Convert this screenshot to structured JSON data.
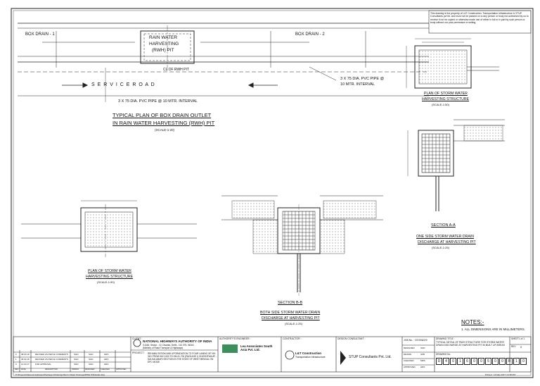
{
  "copyright_note": "This drawing is the property of L&T Construction, Transportation Infrastructure & STUP Consultants pvt ltd. and must not be passed on to any person or body not authorised by us to receive it nor be copied or otherwise made use of either in full or in part by such person or body without our prior permission in writing.",
  "plan_top": {
    "box_drain_1": "BOX DRAIN - 1",
    "box_drain_2": "BOX DRAIN - 2",
    "rwh_pit_line1": "RAIN WATER",
    "rwh_pit_line2": "HARVESTING",
    "rwh_pit_line3": "(RWH) PIT",
    "cl_label": "CL OF RWH PIT",
    "service_road": "S E R V I C E          R O A D",
    "pipe_note_right_1": "3 X 75 DIA. PVC PIPE @",
    "pipe_note_right_2": "10 MTR. INTERVAL",
    "pipe_note_bottom": "3 X 75 DIA. PVC PIPE @ 10 MTR. INTERVAL",
    "title_line1": "TYPICAL PLAN OF BOX DRAIN OUTLET",
    "title_line2": "IN RAIN WATER HARVESTING (RWH) PIT",
    "scale": "(SCALE-1:20)"
  },
  "plan_right": {
    "caption_line1": "PLAN OF STORM WATER",
    "caption_line2": "HARVESTING STRUCTURE",
    "scale": "(SCALE-1:50)"
  },
  "plan_left": {
    "caption_line1": "PLAN OF STORM WATER",
    "caption_line2": "HARVESTING STRUCTURE",
    "scale": "(SCALE-1:50)"
  },
  "section_aa": {
    "title": "SECTION A-A",
    "caption_line1": "ONE SIDE STORM WATER DRAIN",
    "caption_line2": "DISCHARGE AT HARVESTING PIT",
    "scale": "(SCALE-1:25)"
  },
  "section_bb": {
    "title": "SECTION B-B",
    "caption_line1": "BOTH SIDE STORM WATER DRAIN",
    "caption_line2": "DISCHARGE AT HARVESTING PIT",
    "scale": "(SCALE-1:25)"
  },
  "notes": {
    "heading": "NOTES:-",
    "items": [
      "1. ALL DIMENSIONS ARE IN MILLIMETERS."
    ]
  },
  "title_block": {
    "client_label": "CLIENT :",
    "client_name": "NATIONAL HIGHWAYS AUTHORITY OF INDIA",
    "client_address": "G-5&6, Sector - 10, Dwarka, Delhi - 110 075, INDIA",
    "client_ministry": "(Ministry of Road Transport & Highways)",
    "project_label": "PROJECT :",
    "project_text": "REHABILITATION AND UPGRADATION TO FOUR LANING OF NH-31D FROM KM 0.000 TO KM 41.700 (PACKAGE I) GHOSHPUKUR - SALSALABARI SECTION IN THE STATE OF WEST BENGAL ON EPC MODE",
    "authority_engineer_label": "AUTHORITY'S ENGINEER :",
    "authority_engineer": "Lea Associates South Asia Pvt. Ltd.",
    "contractor_label": "CONTRACTOR :",
    "contractor_name": "L&T Construction",
    "contractor_sub": "Transportation Infrastructure",
    "design_consultant_label": "DESIGN CONSULTANT :",
    "design_consultant": "STUP Consultants Pvt. Ltd.",
    "job_no_label": "JOB No. :",
    "job_no": "CE/006/2/9",
    "drawing_title_label": "DRAWING TITLE :",
    "drawing_title": "TYPICAL DETAIL OF RWH STRUCTURE FOR STORM WATER DRAIN DISCHARGE AT HARVESTING PIT IN BUILT UP AREAS",
    "sheet_label": "SHEET",
    "sheet_value": "1 of 1",
    "rev_label": "REV",
    "rev_value": "0",
    "drg_no_label": "DRAWING No.",
    "drg_no_boxes": [
      "D",
      "4",
      "0",
      "1",
      "6",
      "0",
      "0",
      "5",
      "0",
      "0",
      "R",
      "1",
      "0"
    ],
    "sign_rows": [
      {
        "role": "DESIGNED",
        "name": "SGD"
      },
      {
        "role": "DRAWN",
        "name": "SPB"
      },
      {
        "role": "CHECKED",
        "name": "MRS"
      },
      {
        "role": "APPROVED",
        "name": "HRS"
      }
    ],
    "revisions": [
      {
        "rev": "2",
        "date": "08.03.18",
        "desc": "REVISED AS PER IE COMMENTS",
        "by": "SGD",
        "chk": "SGD",
        "app": "HRS"
      },
      {
        "rev": "1",
        "date": "05.02.18",
        "desc": "REVISED AS PER IE COMMENTS",
        "by": "SGD",
        "chk": "SGD",
        "app": "HRS"
      },
      {
        "rev": "0",
        "date": "14.03.17",
        "desc": "FOR APPROVAL",
        "by": "SGD",
        "chk": "SGD",
        "app": "HRS"
      }
    ],
    "rev_headers": [
      "REV",
      "DATE",
      "DESCRIPTION",
      "DRAWN",
      "DESIGNED",
      "CHECKED",
      "APPROVED"
    ]
  },
  "footer_path": "P:\\Projects\\National Highways\\Package I\\Drawings\\Storm Water Drainage\\RWH Pit\\Details.dwg",
  "footer_date": "Printed : 14 May 2017 12:38 PM"
}
